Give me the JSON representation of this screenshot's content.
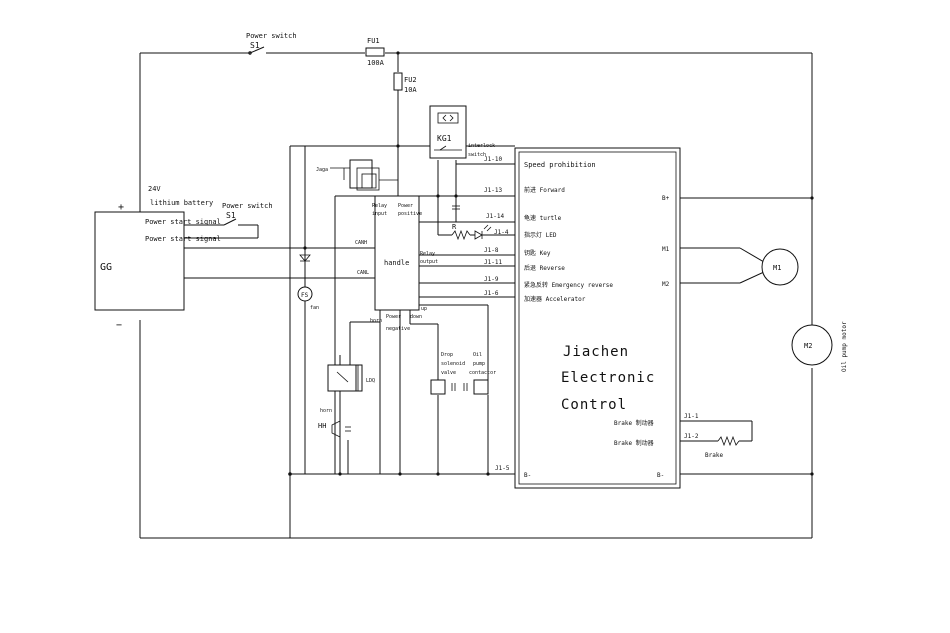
{
  "labels": {
    "power_switch_top": "Power switch",
    "s1_top": "S1",
    "fu1": "FU1",
    "fu1_rating": "100A",
    "fu2": "FU2",
    "fu2_rating": "10A",
    "kg1": "KG1",
    "interlock_1": "interlock",
    "interlock_2": "switch",
    "plus": "+",
    "minus": "−",
    "voltage": "24V",
    "battery": "lithium battery",
    "power_switch_2": "Power switch",
    "s1_2": "S1",
    "start_signal_1": "Power start signal",
    "start_signal_2": "Power start signal",
    "gg": "GG",
    "handle": "handle",
    "relay_input_1": "Relay",
    "relay_input_2": "input",
    "power_positive_1": "Power",
    "power_positive_2": "positive",
    "relay_output_1": "Relay",
    "relay_output_2": "output",
    "can_h": "CANH",
    "can_l": "CANL",
    "horn_small": "horn",
    "power_neg_1": "Power",
    "power_neg_2": "negative",
    "down": "down",
    "up": "up",
    "fs": "FS",
    "fan": "fan",
    "ldq": "LDQ",
    "horn": "horn",
    "hh": "HH",
    "drop_1": "Drop",
    "drop_2": "solenoid",
    "drop_3": "valve",
    "oil_1": "Oil",
    "oil_2": "pump",
    "oil_3": "contactor",
    "r": "R",
    "j1_10": "J1-10",
    "j1_13": "J1-13",
    "j1_14": "J1-14",
    "j1_4": "J1-4",
    "j1_8": "J1-8",
    "j1_11": "J1-11",
    "j1_9": "J1-9",
    "j1_6": "J1-6",
    "j1_5": "J1-5",
    "j1_1": "J1-1",
    "j1_2": "J1-2",
    "speed_prohibition": "Speed prohibition",
    "forward": "前进  Forward",
    "turtle": "龟速  turtle",
    "led": "指示灯  LED",
    "key": "钥匙  Key",
    "reverse": "后退  Reverse",
    "emergency": "紧急反转 Emergency reverse",
    "accelerator": "加速器 Accelerator",
    "b_plus": "B+",
    "b_minus_left": "B-",
    "b_minus_right": "B-",
    "m1_term": "M1",
    "m2_term": "M2",
    "brand_1": "Jiachen",
    "brand_2": "Electronic",
    "brand_3": "Control",
    "brake_1": "Brake   制动器",
    "brake_2": "Brake   制动器",
    "brake_coil": "Brake",
    "m1": "M1",
    "m2": "M2",
    "oil_pump_motor": "Oil pump motor",
    "tiny_label": "Jaga"
  }
}
